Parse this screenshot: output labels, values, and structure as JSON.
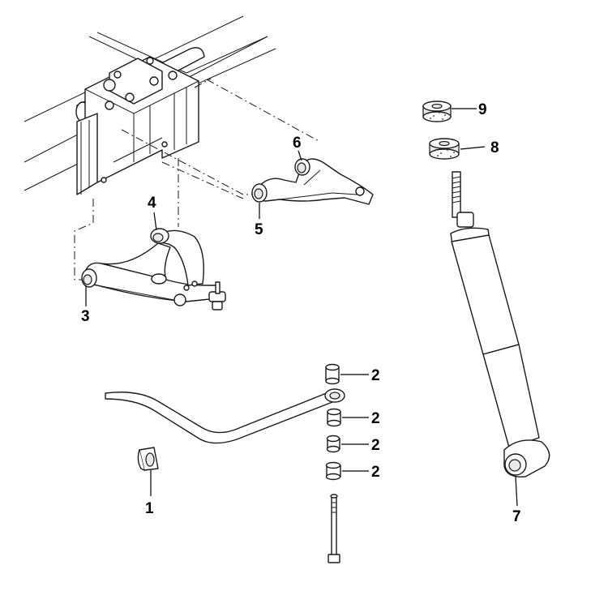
{
  "callouts": {
    "c1": "1",
    "c2a": "2",
    "c2b": "2",
    "c2c": "2",
    "c2d": "2",
    "c3": "3",
    "c4": "4",
    "c5": "5",
    "c6": "6",
    "c7": "7",
    "c8": "8",
    "c9": "9"
  },
  "colors": {
    "line": "#1a1a1a",
    "background": "#ffffff"
  }
}
